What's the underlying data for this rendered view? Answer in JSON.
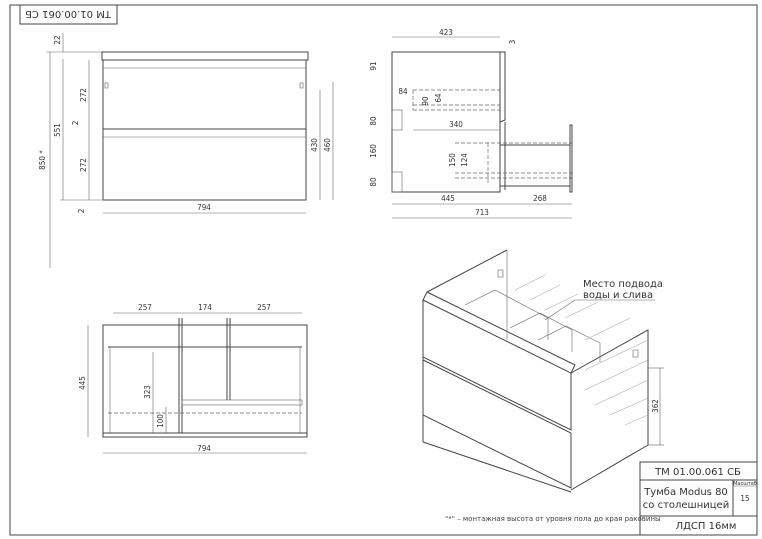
{
  "stamp_rotated": "ТМ 01.00.061 СБ",
  "front_view": {
    "dims": {
      "top_thickness": "22",
      "total_height": "850 *",
      "body_height": "551",
      "drawer_top": "272",
      "drawer_bottom": "272",
      "gap_mid": "2",
      "gap_bottom": "2",
      "mount_1": "430",
      "mount_2": "460",
      "width": "794"
    }
  },
  "side_view": {
    "dims": {
      "depth": "423",
      "gap": "3",
      "top_offset": "91",
      "inner_offset": "84",
      "d1": "90",
      "d2": "64",
      "inner_depth": "340",
      "h1": "80",
      "h2": "160",
      "h3": "80",
      "d3": "150",
      "d4": "124",
      "body_depth": "445",
      "pull_out": "268",
      "total_depth": "713"
    }
  },
  "top_view": {
    "dims": {
      "w1": "257",
      "w2": "174",
      "w3": "257",
      "depth": "445",
      "h_inner": "323",
      "h_low": "100",
      "width": "794"
    }
  },
  "iso_view": {
    "callout_line1": "Место подвода",
    "callout_line2": "воды и слива",
    "dim": "362"
  },
  "footnote": "\"*\" – монтажная высота от уровня пола до края раковины",
  "title_block": {
    "code": "ТМ 01.00.061 СБ",
    "name_line1": "Тумба Modus 80",
    "name_line2": "со столешницей",
    "scale_label": "Масштаб",
    "scale_value": "15",
    "material": "ЛДСП 16мм"
  }
}
